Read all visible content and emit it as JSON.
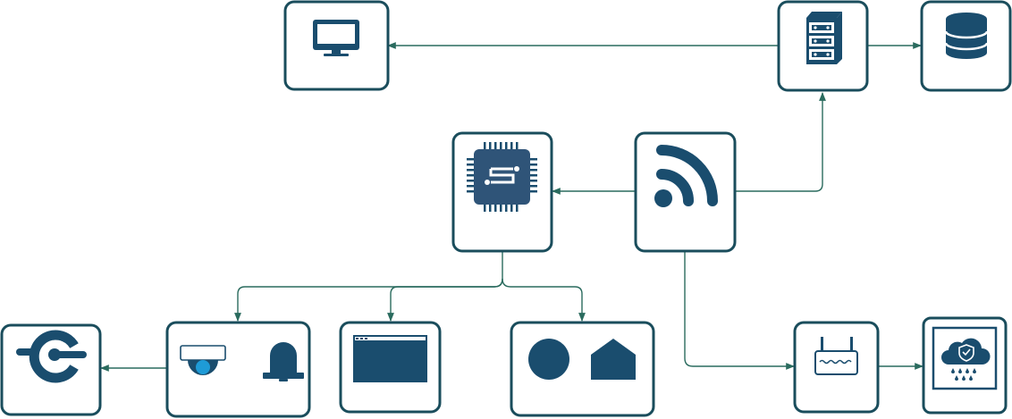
{
  "colors": {
    "node_border": "#1a4d5c",
    "icon_fill": "#1a4d6e",
    "edge": "#2a6b5e",
    "camera_lens": "#1e9bd7",
    "background": "#ffffff"
  },
  "nodes": [
    {
      "id": "monitor",
      "icon": "monitor-icon"
    },
    {
      "id": "server",
      "icon": "server-cabinet-icon"
    },
    {
      "id": "database",
      "icon": "database-icon"
    },
    {
      "id": "processor",
      "icon": "microchip-icon"
    },
    {
      "id": "feed",
      "icon": "rss-feed-icon"
    },
    {
      "id": "connector",
      "icon": "connector-icon"
    },
    {
      "id": "sensors",
      "icon": "camera-and-alarm-icon"
    },
    {
      "id": "panel",
      "icon": "display-panel-icon"
    },
    {
      "id": "shapes",
      "icon": "circle-and-house-icon"
    },
    {
      "id": "router",
      "icon": "router-icon"
    },
    {
      "id": "cloud",
      "icon": "secure-cloud-icon"
    }
  ],
  "edges": [
    {
      "from": "server",
      "to": "monitor"
    },
    {
      "from": "server",
      "to": "database"
    },
    {
      "from": "feed",
      "to": "processor"
    },
    {
      "from": "feed",
      "to": "server"
    },
    {
      "from": "processor",
      "to": "sensors"
    },
    {
      "from": "processor",
      "to": "panel"
    },
    {
      "from": "processor",
      "to": "shapes"
    },
    {
      "from": "sensors",
      "to": "connector"
    },
    {
      "from": "feed",
      "to": "router"
    },
    {
      "from": "router",
      "to": "cloud"
    }
  ]
}
